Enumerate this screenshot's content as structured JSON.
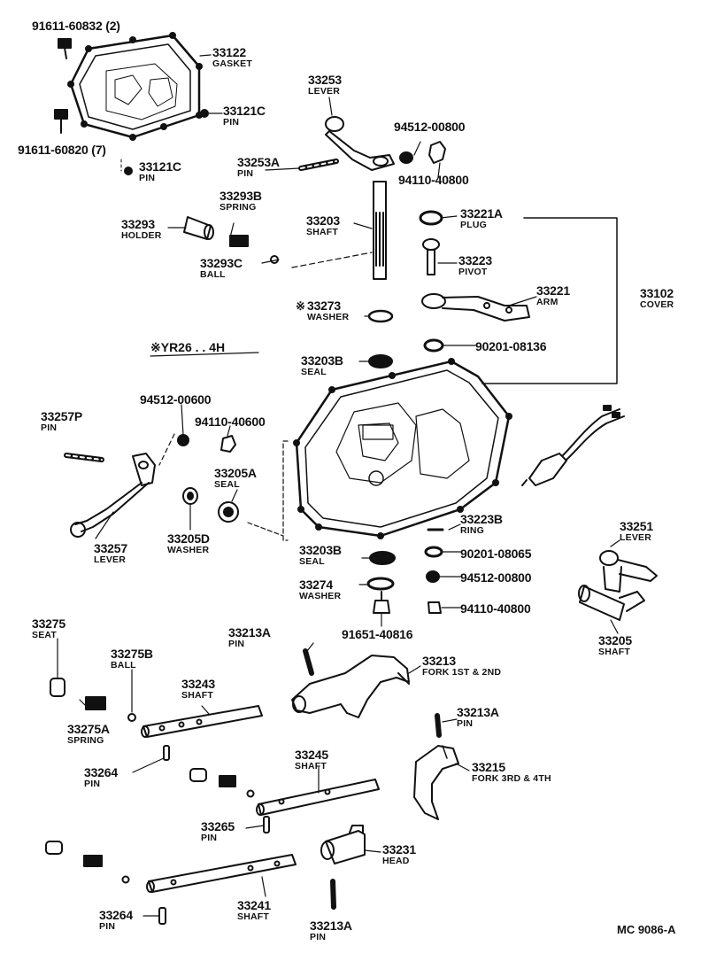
{
  "parts": {
    "p91611_60832": {
      "pn": "91611-60832 (2)"
    },
    "p33122": {
      "pn": "33122",
      "name": "GASKET"
    },
    "p33121c_a": {
      "pn": "33121C",
      "name": "PIN"
    },
    "p91611_60820": {
      "pn": "91611-60820 (7)"
    },
    "p33121c_b": {
      "pn": "33121C",
      "name": "PIN"
    },
    "p33253": {
      "pn": "33253",
      "name": "LEVER"
    },
    "p94512_00800_a": {
      "pn": "94512-00800"
    },
    "p94110_40800_a": {
      "pn": "94110-40800"
    },
    "p33253a": {
      "pn": "33253A",
      "name": "PIN"
    },
    "p33293b": {
      "pn": "33293B",
      "name": "SPRING"
    },
    "p33293": {
      "pn": "33293",
      "name": "HOLDER"
    },
    "p33203": {
      "pn": "33203",
      "name": "SHAFT"
    },
    "p33221a": {
      "pn": "33221A",
      "name": "PLUG"
    },
    "p33293c": {
      "pn": "33293C",
      "name": "BALL"
    },
    "p33223": {
      "pn": "33223",
      "name": "PIVOT"
    },
    "p33102": {
      "pn": "33102",
      "name": "COVER"
    },
    "p33273": {
      "pn": "33273",
      "name": "WASHER"
    },
    "p33221": {
      "pn": "33221",
      "name": "ARM"
    },
    "p90201_08136": {
      "pn": "90201-08136"
    },
    "p33203b_a": {
      "pn": "33203B",
      "name": "SEAL"
    },
    "p33257p": {
      "pn": "33257P",
      "name": "PIN"
    },
    "p94512_00600": {
      "pn": "94512-00600"
    },
    "p94110_40600": {
      "pn": "94110-40600"
    },
    "p33205a": {
      "pn": "33205A",
      "name": "SEAL"
    },
    "p33257": {
      "pn": "33257",
      "name": "LEVER"
    },
    "p33205d": {
      "pn": "33205D",
      "name": "WASHER"
    },
    "p33223b": {
      "pn": "33223B",
      "name": "RING"
    },
    "p33251": {
      "pn": "33251",
      "name": "LEVER"
    },
    "p33203b_b": {
      "pn": "33203B",
      "name": "SEAL"
    },
    "p90201_08065": {
      "pn": "90201-08065"
    },
    "p33274": {
      "pn": "33274",
      "name": "WASHER"
    },
    "p94512_00800_b": {
      "pn": "94512-00800"
    },
    "p94110_40800_b": {
      "pn": "94110-40800"
    },
    "p91651_40816": {
      "pn": "91651-40816"
    },
    "p33205": {
      "pn": "33205",
      "name": "SHAFT"
    },
    "p33275": {
      "pn": "33275",
      "name": "SEAT"
    },
    "p33213a_a": {
      "pn": "33213A",
      "name": "PIN"
    },
    "p33275b": {
      "pn": "33275B",
      "name": "BALL"
    },
    "p33213": {
      "pn": "33213",
      "name": "FORK 1ST & 2ND"
    },
    "p33243": {
      "pn": "33243",
      "name": "SHAFT"
    },
    "p33275a": {
      "pn": "33275A",
      "name": "SPRING"
    },
    "p33213a_b": {
      "pn": "33213A",
      "name": "PIN"
    },
    "p33264_a": {
      "pn": "33264",
      "name": "PIN"
    },
    "p33245": {
      "pn": "33245",
      "name": "SHAFT"
    },
    "p33215": {
      "pn": "33215",
      "name": "FORK 3RD & 4TH"
    },
    "p33265": {
      "pn": "33265",
      "name": "PIN"
    },
    "p33231": {
      "pn": "33231",
      "name": "HEAD"
    },
    "p33241": {
      "pn": "33241",
      "name": "SHAFT"
    },
    "p33264_b": {
      "pn": "33264",
      "name": "PIN"
    },
    "p33213a_c": {
      "pn": "33213A",
      "name": "PIN"
    }
  },
  "variant_note": "YR26 . . 4H",
  "variant_mark": "※",
  "diagram_code": "MC 9086-A",
  "line_color": "#111111"
}
